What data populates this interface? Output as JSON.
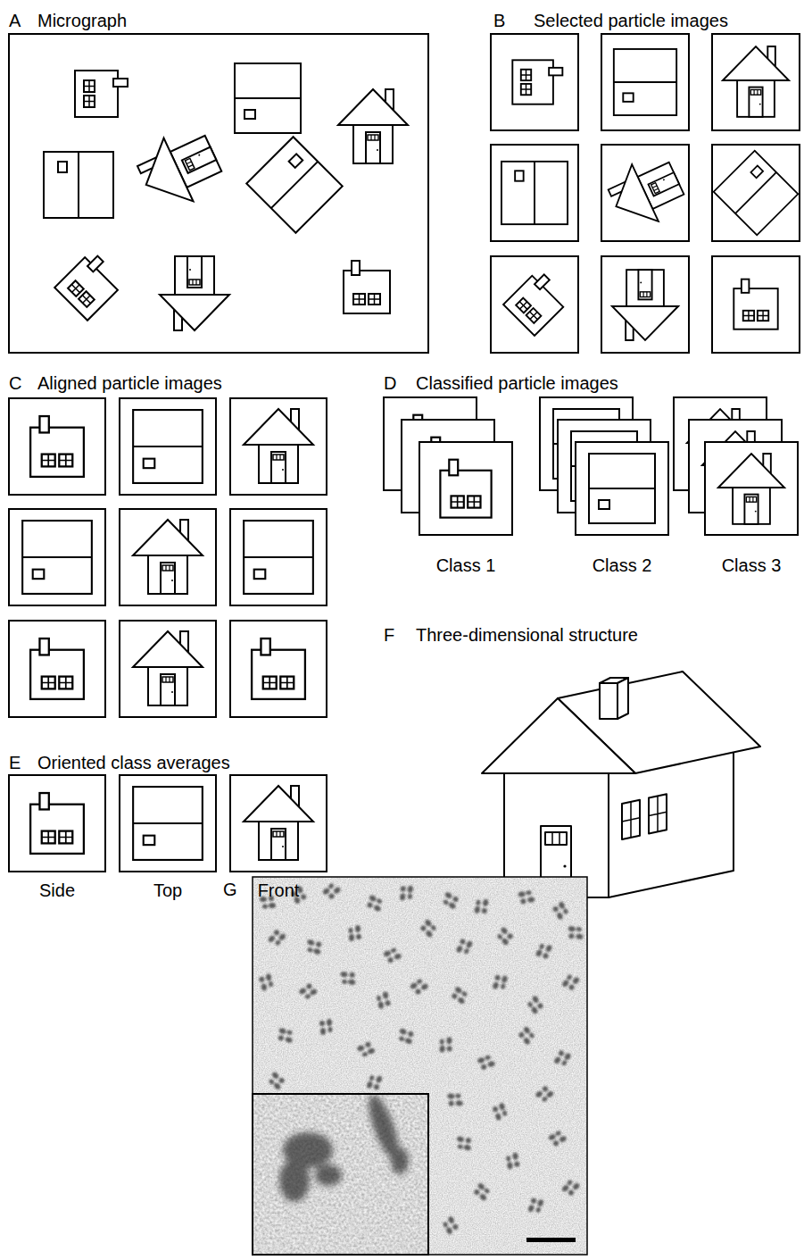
{
  "diagram": {
    "labels": [
      "A",
      "Micrograph",
      "B",
      "Selected particle images",
      "C",
      "Aligned particle images",
      "D",
      "Classified particle images",
      "Class 1",
      "Class 2",
      "Class 3",
      "E",
      "Oriented class averages",
      "Side",
      "Top",
      "Front",
      "F",
      "Three-dimensional structure",
      "G"
    ]
  }
}
